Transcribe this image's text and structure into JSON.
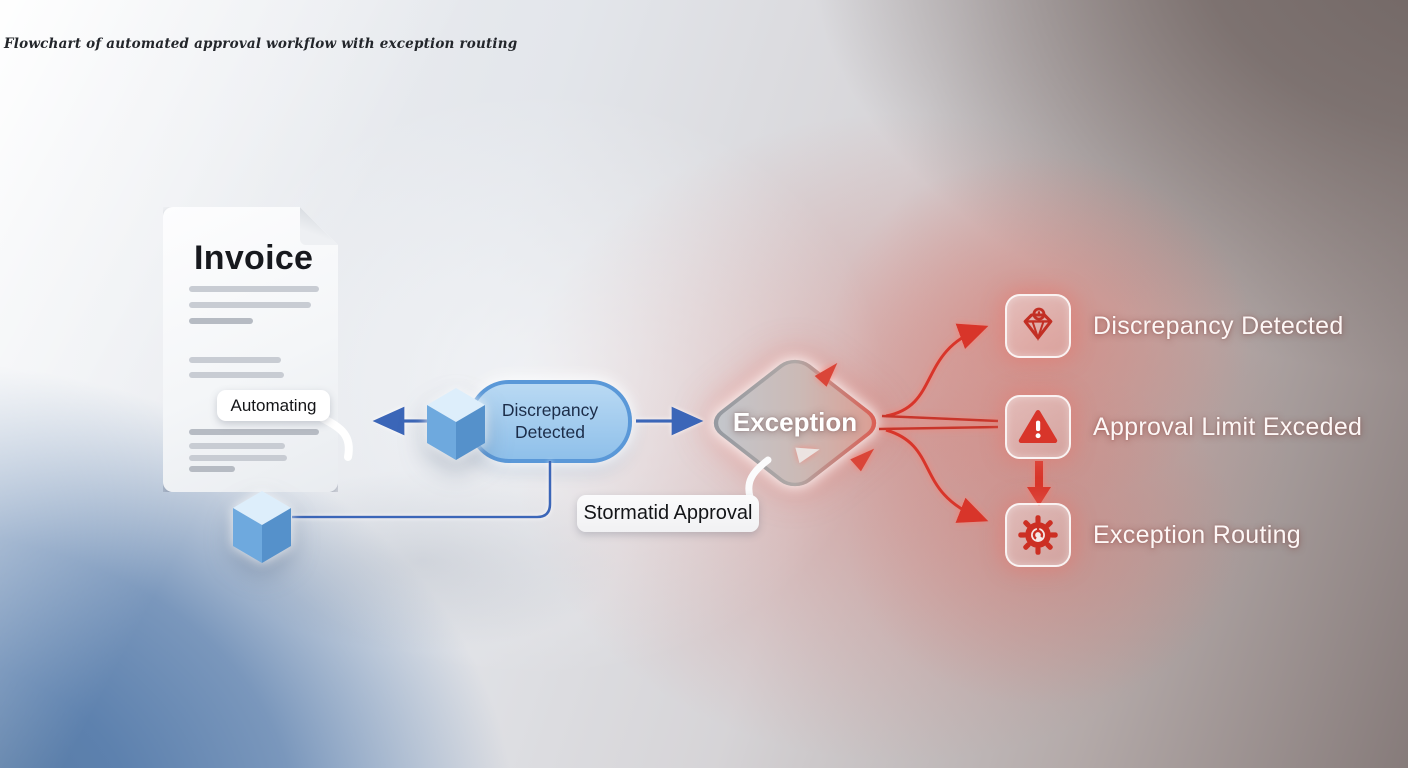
{
  "title": "Flowchart of automated approval workflow with exception routing",
  "invoice": {
    "heading": "Invoice",
    "tag": "Automating"
  },
  "flow": {
    "discrepancy_box": {
      "line1": "Discrepancy",
      "line2": "Detected"
    },
    "exception_diamond": {
      "label": "Exception"
    },
    "approval_tag": {
      "label": "Stormatid Approval"
    }
  },
  "outcomes": [
    {
      "icon": "gem-alert-icon",
      "label": "Discrepancy Detected"
    },
    {
      "icon": "warning-triangle-icon",
      "label": "Approval Limit Exceded"
    },
    {
      "icon": "gear-icon",
      "label": "Exception Routing"
    }
  ],
  "colors": {
    "accent_blue": "#4a90d9",
    "connector_blue": "#3a66b8",
    "accent_red": "#d8352a",
    "glow_red": "#e87a6e",
    "bg_blue": "#5b80ae",
    "bg_mauve": "#7d7270"
  }
}
